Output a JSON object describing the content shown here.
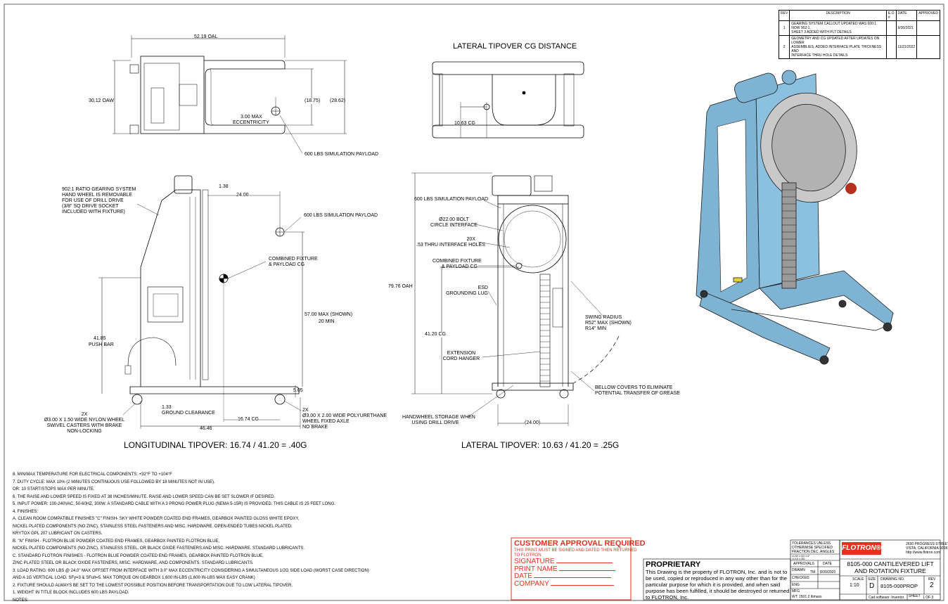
{
  "revisions": {
    "headers": [
      "REV",
      "DESCRIPTION",
      "E.O #",
      "DATE",
      "APPROVED"
    ],
    "rows": [
      {
        "rev": "1",
        "desc_lines": [
          "GEARING SYSTEM CALLOUT UPDATED WAS 600:1 NOW 902:1,",
          "SHEET 3 ADDED WITH PLT DETAILS"
        ],
        "eo": "",
        "date": "9/30/2021",
        "approved": ""
      },
      {
        "rev": "2",
        "desc_lines": [
          "GEOMETRY AND CG UPDATED AFTER UPDATES ON LOWER",
          "ASSEMBLIES, ADDED INTERFACE PLATE THICKNESS AND",
          "INTERFACE THRU HOLE DETAILS"
        ],
        "eo": "",
        "date": "11/21/2022",
        "approved": ""
      }
    ]
  },
  "top_view": {
    "oal": "52.19 OAL",
    "oaw": "30.12 OAW",
    "dim_1875": "(18.75)",
    "dim_2862": "(28.62)",
    "ecc_line1": "3.00 MAX",
    "ecc_line2": "ECCENTRICITY",
    "payload": "600 LBS SIMULATION PAYLOAD"
  },
  "lateral_cg": {
    "title": "LATERAL TIPOVER CG DISTANCE",
    "cg": "10.63 CG"
  },
  "side_view": {
    "gearing": [
      "902:1 RATIO GEARING SYSTEM",
      "HAND WHEEL IS REMOVABLE",
      "FOR USE OF DRILL DRIVE",
      "(3/8\" SQ DRIVE SOCKET",
      "INCLUDED WITH FIXTURE)"
    ],
    "dim_138": "1.38",
    "dim_24": "24.00",
    "payload": "600 LBS SIMULATION PAYLOAD",
    "combined": [
      "COMBINED FIXTURE",
      "& PAYLOAD CG"
    ],
    "max_line1": "57.00 MAX (SHOWN)",
    "max_line2": "20 MIN",
    "push_line1": "41.85",
    "push_line2": "PUSH BAR",
    "dim_505": "5.05",
    "caster_left": [
      "2X",
      "Ø3.00 X 1.50 WIDE NYLON WHEEL",
      "SWIVEL CASTERS WITH BRAKE",
      "NON-LOCKING"
    ],
    "ground": [
      "1.33",
      "GROUND CLEARANCE"
    ],
    "cg": "16.74 CG",
    "caster_right": [
      "2X",
      "Ø3.00 X 2.00 WIDE POLYURETHANE",
      "WHEEL FIXED AXLE",
      "NO BRAKE"
    ],
    "length": "46.46",
    "caption": "LONGITUDINAL TIPOVER: 16.74 / 41.20 = .40G"
  },
  "front_view": {
    "payload": "600 LBS SIMULATION PAYLOAD",
    "bolt": [
      "Ø22.00 BOLT",
      "CIRCLE INTERFACE"
    ],
    "holes": [
      "20X",
      ".53 THRU INTERFACE HOLES"
    ],
    "combined": [
      "COMBINED FIXTURE",
      "& PAYLOAD CG"
    ],
    "esd": [
      "ESD",
      "GROUNDING LUG"
    ],
    "oah": "79.76 OAH",
    "cg": "41.20 CG",
    "extension": [
      "EXTENSION",
      "CORD HANGER"
    ],
    "swing": [
      "SWING RADIUS",
      "R52\" MAX (SHOWN)",
      "R14\" MIN"
    ],
    "bellow": [
      "BELLOW COVERS TO ELIMINATE",
      "POTENTIAL TRANSFER OF GREASE"
    ],
    "handwheel": [
      "HANDWHEEL STORAGE WHEN",
      "USING DRILL DRIVE"
    ],
    "width": "(24.00)",
    "caption": "LATERAL TIPOVER: 10.63 / 41.20 = .25G"
  },
  "notes": [
    "8.  MIN/MAX TEMPERATURE FOR ELECTRICAL COMPONENTS: +32°F TO +104°F",
    "7.  DUTY CYCLE: MAX 10% (2 MINUTES CONTINUOUS USE FOLLOWED BY 18 MINUTES NOT IN USE).",
    "     OR: 10 START/STOPS MAX PER MINUTE.",
    "6.  THE RAISE AND LOWER SPEED IS FIXED AT 38 INCHES/MINUTE. RAISE AND LOWER SPEED CAN BE SET SLOWER IF DESIRED.",
    "5.  INPUT POWER: 100-240VAC, 50-60HZ, 300W.  A STANDARD CABLE WITH A 3 PRONG POWER PLUG (NEMA 5-15R) IS PROVIDED.  THIS CABLE IS 25 FEET LONG.",
    "4.  FINISHES:",
    "     A. CLEAN ROOM COMPATIBLE FINISHES \"C\" FINISH- SKY WHITE POWDER COATED END FRAMES, GEARBOX PAINTED GLOSS WHITE EPOXY,",
    "     NICKEL PLATED COMPONENTS (NO ZINC), STAINLESS STEEL FASTENERS AND MISC. HARDWARE.  OPEN-ENDED TUBES NICKEL PLATED.",
    "     KRYTOX GPL 207 LUBRICANT ON CASTERS.",
    "     B. \"N\" FINISH - FLOTRON BLUE POWDER COATED END FRAMES, GEARBOX PAINTED FLOTRON BLUE,",
    "     NICKEL PLATED COMPONENTS (NO ZINC), STAINLESS STEEL, OR BLACK OXIDE FASTENERS AND MISC. HARDWARE.  STANDARD LUBRICANTS.",
    "     C. STANDARD FLOTRON FINISHES - FLOTRON BLUE POWDER COATED END FRAMES, GEARBOX PAINTED FLOTRON BLUE,",
    "     ZINC PLATED STEEL OR BLACK OXIDE FASTENERS,  MISC. HARDWARE, AND COMPONENTS.  STANDARD LUBRICANTS.",
    "3.  LOAD RATING: 600 LBS @ 24.0\" MAX OFFSET FROM INTERFACE  WITH 3.0\" MAX ECCENTRICITY CONSIDERING A SIMULTANEOUS  1/2G SIDE LOAD (WORST CASE DIRECTION)",
    "     AND A 1G VERTICAL LOAD.  SFy=3 & SFult=5.  MAX TORQUE ON GEARBOX 1,600 IN-LBS (1,600 IN-LBS MAX EASY CRANK)",
    "2.  FIXTURE SHOULD ALWAYS BE SET TO THE LOWEST POSSIBLE POSITION BEFORE TRANSPORTATION DUE TO LOW LATERAL TIPOVER.",
    "1.  WEIGHT IN TITLE BLOCK INCLUDES 600 LBS PAYLOAD.",
    "NOTES:"
  ],
  "approval": {
    "title": "CUSTOMER APPROVAL REQUIRED",
    "sub1": "THIS PRINT MUST BE SIGNED AND DATED THEN RETURNED",
    "sub2": "TO FLOTRON",
    "fields": [
      "SIGNATURE",
      "PRINT NAME",
      "DATE",
      "COMPANY"
    ]
  },
  "proprietary": {
    "title": "PROPRIETARY",
    "text": [
      "This Drawing is the property of FLOTRON, Inc. and is not to",
      "be used, copied or reproduced in any way other than for the",
      "particular purpose for which it is provided, and when said",
      "purpose has been fulfilled, it should be destroyed or returned",
      "to FLOTRON, Inc."
    ]
  },
  "title_block": {
    "tolerance_lines": [
      "TOLERANCES UNLESS",
      "OTHERWISE SPECIFIED"
    ],
    "fraction": "FRACTION  DEC.    ANGLES",
    "tol_vals": [
      "±1/32  ±.010   ±.5°",
      "±1/16  ±.030"
    ],
    "approvals": "APPROVALS",
    "date_hdr": "DATE",
    "drawn": "DRAWN",
    "drawn_by": "TM",
    "drawn_date": "8/30/2020",
    "checked": "CHECKED",
    "eng": "ENG",
    "mfg": "MFG",
    "weight": "WT: 1501.2 lbmass",
    "logo": "FLOTRON®",
    "address": [
      "2630 PROGRESS STREET",
      "VISTA, CALIFORNIA 92081",
      "http://www.flotron.com"
    ],
    "title_line1": "8105-000 CANTILEVERED LIFT",
    "title_line2": "AND ROTATION FIXTURE",
    "scale_hdr": "SCALE",
    "scale": "1:10",
    "size_hdr": "SIZE",
    "size": "D",
    "dwg_hdr": "DRAWING NO.",
    "dwg": "8105-000PROP",
    "rev_hdr": "REV",
    "rev": "2",
    "cad": "Cad software: Inventor",
    "sheet_hdr": "SHEET",
    "sheet": "1  OF 3"
  },
  "colors": {
    "fixture_blue": "#7fb3d3",
    "approval_red": "#e8301c"
  }
}
